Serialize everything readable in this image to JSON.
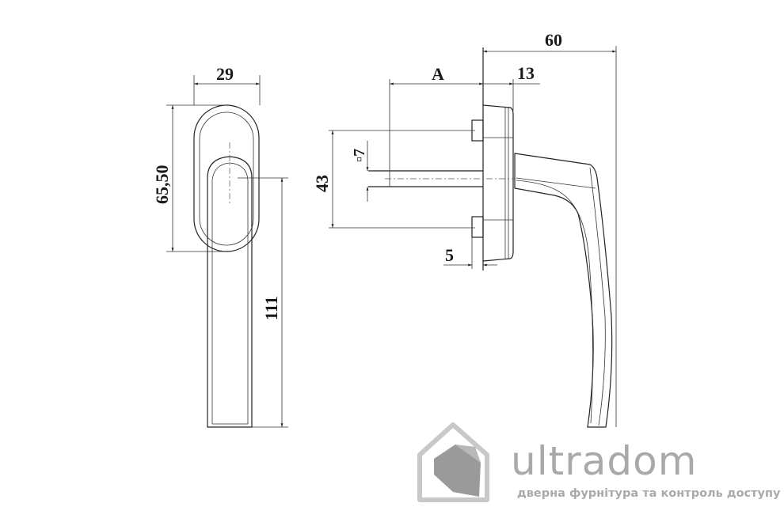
{
  "drawing": {
    "front_view": {
      "width_label": "29",
      "rose_height_label": "65,50",
      "lever_length_label": "111"
    },
    "side_view": {
      "total_depth_label": "60",
      "spindle_length_label": "A",
      "rose_depth_label": "13",
      "screw_spacing_label": "43",
      "spindle_square_label": "▫7",
      "offset_label": "5"
    }
  },
  "watermark": {
    "brand": "ultradom",
    "tagline": "дверна фурнітура та контроль доступу",
    "color": "#a9a9a9"
  }
}
